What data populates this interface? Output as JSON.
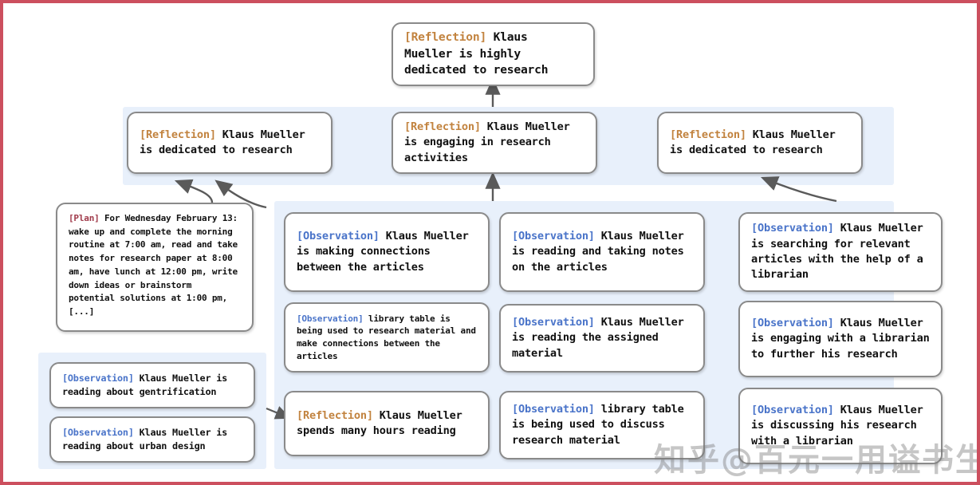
{
  "meta": {
    "border_color": "#cc4f5e",
    "panel_color": "#e8f0fb",
    "node_border_color": "#8a8a8a",
    "reflection_tag_color": "#c2833f",
    "observation_tag_color": "#4a74c9",
    "plan_tag_color": "#a03a4a"
  },
  "top": {
    "tag": "[Reflection]",
    "text": " Klaus Mueller is highly dedicated to research"
  },
  "reflections": [
    {
      "tag": "[Reflection]",
      "text": " Klaus Mueller is dedicated to research"
    },
    {
      "tag": "[Reflection]",
      "text": " Klaus Mueller is engaging in research activities"
    },
    {
      "tag": "[Reflection]",
      "text": " Klaus Mueller is dedicated to research"
    }
  ],
  "plan": {
    "tag": "[Plan]",
    "text": " For Wednesday February 13: wake up and complete the morning routine at 7:00 am, read and take notes for research paper at 8:00 am, have lunch at 12:00 pm, write down ideas or brainstorm potential solutions at 1:00 pm, [...]"
  },
  "left_observations": [
    {
      "tag": "[Observation]",
      "text": " Klaus Mueller is reading about gentrification"
    },
    {
      "tag": "[Observation]",
      "text": " Klaus Mueller is reading about urban design"
    }
  ],
  "column_a": [
    {
      "tag": "[Observation]",
      "tag_type": "observation",
      "text": " Klaus Mueller is making connections between the articles"
    },
    {
      "tag": "[Observation]",
      "tag_type": "observation",
      "text": " library table is being used to research material and make connections between the articles"
    },
    {
      "tag": "[Reflection]",
      "tag_type": "reflection",
      "text": " Klaus Mueller spends many hours reading"
    }
  ],
  "column_b": [
    {
      "tag": "[Observation]",
      "tag_type": "observation",
      "text": " Klaus Mueller is reading and taking notes on the articles"
    },
    {
      "tag": "[Observation]",
      "tag_type": "observation",
      "text": " Klaus Mueller is reading the assigned material"
    },
    {
      "tag": "[Observation]",
      "tag_type": "observation",
      "text": " library table is being used to discuss research material"
    }
  ],
  "column_c": [
    {
      "tag": "[Observation]",
      "tag_type": "observation",
      "text": " Klaus Mueller is searching for relevant articles with the help of a librarian"
    },
    {
      "tag": "[Observation]",
      "tag_type": "observation",
      "text": " Klaus Mueller is engaging with a librarian to further his research"
    },
    {
      "tag": "[Observation]",
      "tag_type": "observation",
      "text": " Klaus Mueller is discussing his research with a librarian"
    }
  ],
  "watermarks": [
    {
      "text": "知乎"
    },
    {
      "text": "@百元一用谥书生"
    }
  ]
}
